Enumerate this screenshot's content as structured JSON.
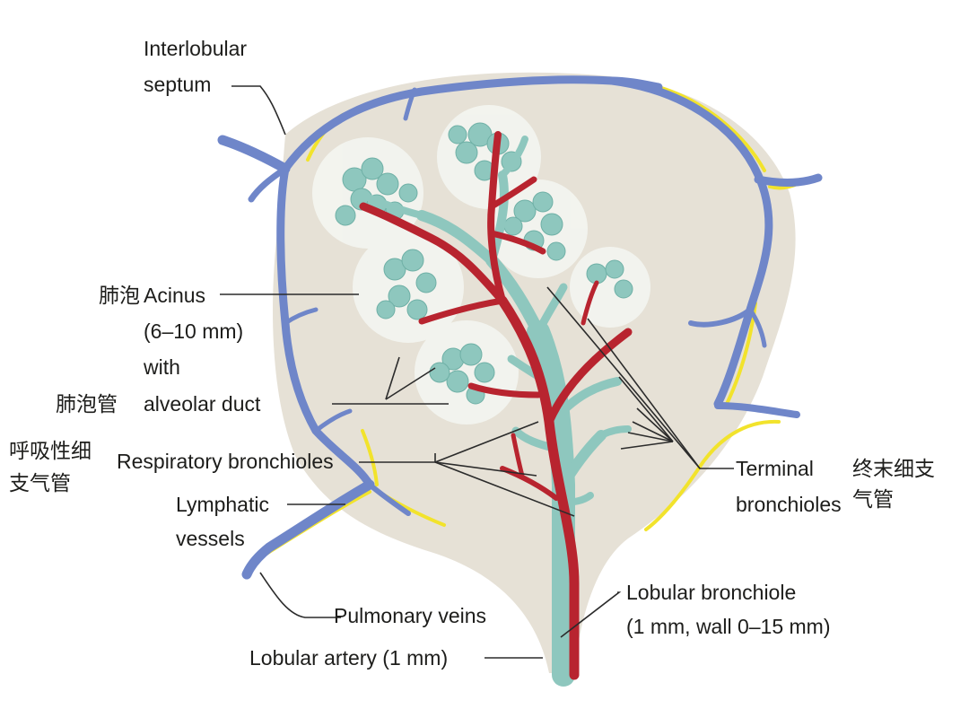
{
  "labels": {
    "interlobular_septum": [
      "Interlobular",
      "septum"
    ],
    "acinus": [
      "Acinus",
      "(6–10 mm)",
      "with",
      "alveolar duct"
    ],
    "acinus_cn": "肺泡",
    "alveolar_duct_cn": "肺泡管",
    "respiratory_bronchioles": "Respiratory bronchioles",
    "respiratory_bronchioles_cn": [
      "呼吸性细",
      "支气管"
    ],
    "lymphatic_vessels": [
      "Lymphatic",
      "vessels"
    ],
    "pulmonary_veins": "Pulmonary veins",
    "lobular_artery": "Lobular artery (1 mm)",
    "terminal_bronchioles": [
      "Terminal",
      "bronchioles"
    ],
    "terminal_bronchioles_cn": [
      "终末细支",
      "气管"
    ],
    "lobular_bronchiole": [
      "Lobular bronchiole",
      "(1 mm, wall 0–15 mm)"
    ]
  },
  "colors": {
    "lobule_fill": "#e6e1d6",
    "septum_vein": "#6f86c9",
    "lymphatic": "#f2e32c",
    "airway": "#8ec7be",
    "artery": "#b8242f",
    "acinus_glow": "#f4f6f1"
  }
}
